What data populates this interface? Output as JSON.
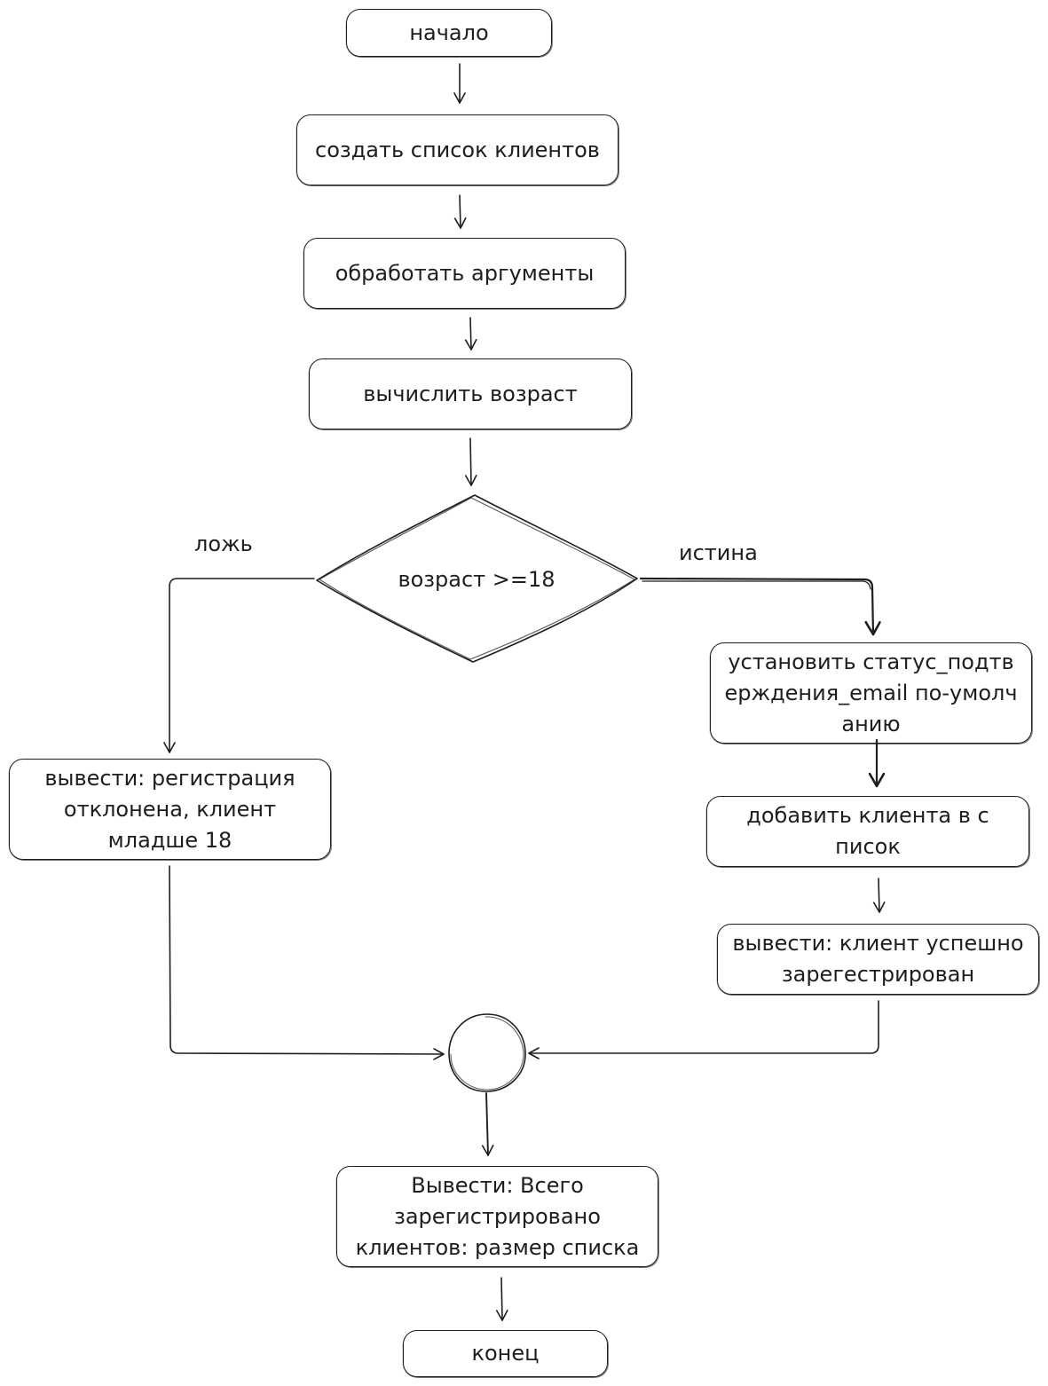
{
  "nodes": {
    "start": "начало",
    "create_list": "создать список клиентов",
    "process_args": "обработать аргументы",
    "calc_age": "вычислить возраст",
    "decision": "возраст >=18",
    "set_status": "установить статус_подтверждения_email по-умолчанию",
    "add_client": "добавить клиента в список",
    "print_success": "вывести: клиент успешно зарегестрирован",
    "print_rejected": "вывести: регистрация отклонена, клиент младше 18",
    "print_total": "Вывести: Всего зарегистрировано клиентов: размер списка",
    "end": "конец"
  },
  "edges": {
    "false_label": "ложь",
    "true_label": "истина"
  },
  "colors": {
    "stroke": "#1e1e1e",
    "background": "#ffffff"
  }
}
